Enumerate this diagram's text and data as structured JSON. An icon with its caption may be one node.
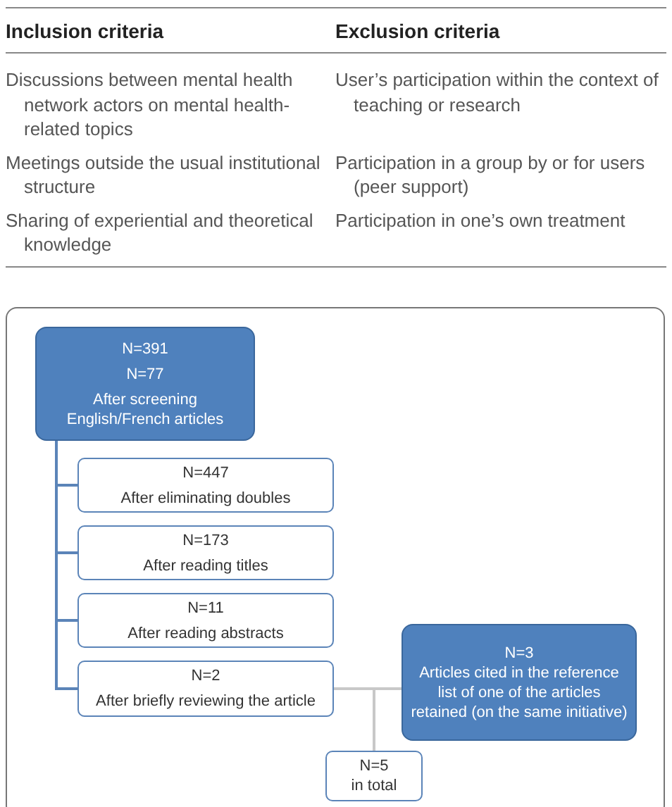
{
  "diagram": {
    "nodes": [
      {
        "text": [
          "N=391",
          "N=77",
          "After screening English/French articles"
        ]
      },
      {
        "text": [
          "N=447",
          "After eliminating doubles"
        ]
      },
      {
        "text": [
          "N=173",
          "After reading titles"
        ]
      },
      {
        "text": [
          "N=11",
          "After reading abstracts"
        ]
      },
      {
        "text": [
          "N=2",
          "After briefly reviewing the article"
        ]
      },
      {
        "text": [
          "N=3",
          "Articles cited in the reference list of one of the articles retained (on the same initiative)"
        ]
      },
      {
        "text": [
          "N=5",
          "in total"
        ]
      }
    ],
    "edges": [
      {
        "from": 0,
        "to": 1,
        "arrow": "none"
      },
      {
        "from": 0,
        "to": 2,
        "arrow": "none"
      },
      {
        "from": 0,
        "to": 3,
        "arrow": "none"
      },
      {
        "from": 0,
        "to": 4,
        "arrow": "none"
      },
      {
        "from": 4,
        "to": 6,
        "arrow": "none",
        "color": "#c8c8c8"
      },
      {
        "from": 5,
        "to": 6,
        "arrow": "none",
        "color": "#c8c8c8"
      }
    ],
    "labels": [
      "Inclusion criteria",
      "Exclusion criteria",
      "Discussions between mental health network actors on mental health-related topics",
      "User’s participation within the context of teaching or research",
      "Meetings outside the usual institutional structure",
      "Participation in a group by or for users (peer support)",
      "Sharing of experiential and theoretical knowledge",
      "Participation in one’s own treatment"
    ]
  }
}
